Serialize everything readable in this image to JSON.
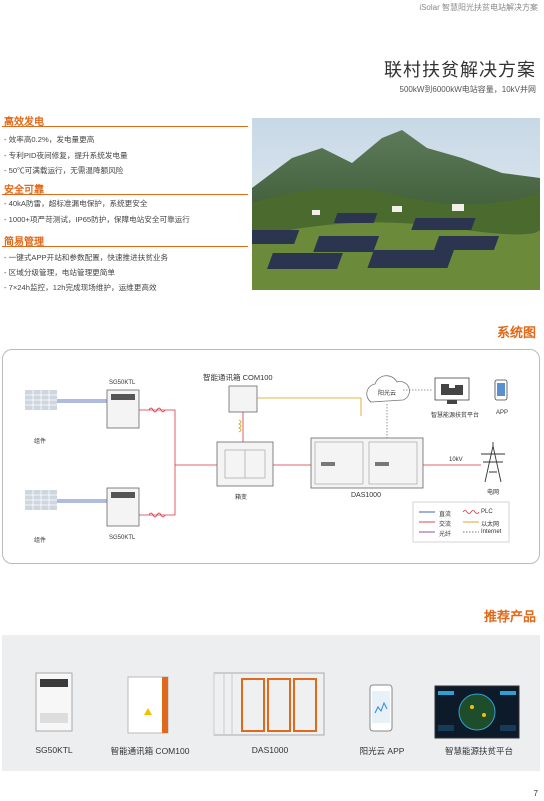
{
  "header": {
    "text": "iSolar 智慧阳光扶贫电站解决方案"
  },
  "title": "联村扶贫解决方案",
  "subtitle": "500kW到6000kW电站容量，10kV并网",
  "sections": [
    {
      "title": "高效发电",
      "bullets": [
        "- 效率高0.2%，发电量更高",
        "- 专利PID夜间修复，提升系统发电量",
        "- 50℃可满载运行，无需温降额风险"
      ]
    },
    {
      "title": "安全可靠",
      "bullets": [
        "- 40kA防雷，超标准漏电保护，系统更安全",
        "- 1000+项严苛测试，IP65防护，保障电站安全可靠运行"
      ]
    },
    {
      "title": "简易管理",
      "bullets": [
        "- 一键式APP开站和参数配置，快速推进扶贫业务",
        "- 区域分级管理，电站管理更简单",
        "- 7×24h监控，12h完成现场维护，运维更高效"
      ]
    }
  ],
  "system": {
    "title": "系统图",
    "labels": {
      "module_top": "组件",
      "module_bottom": "组件",
      "inverter_top": "SG50KTL",
      "inverter_bottom": "SG50KTL",
      "com_box": "智能通讯箱 COM100",
      "transformer": "箱变",
      "das": "DAS1000",
      "cloud": "阳光云",
      "platform": "智慧能源扶贫平台",
      "app": "APP",
      "voltage": "10kV",
      "grid": "电网"
    },
    "legend": [
      {
        "label": "直流",
        "color": "#2d4fa3",
        "style": "solid"
      },
      {
        "label": "PLC",
        "color": "#d9333f",
        "style": "wave"
      },
      {
        "label": "交流",
        "color": "#d9333f",
        "style": "solid"
      },
      {
        "label": "以太网",
        "color": "#d4a017",
        "style": "solid"
      },
      {
        "label": "光纤",
        "color": "#8a3fa0",
        "style": "solid"
      },
      {
        "label": "Internet",
        "color": "#777777",
        "style": "dotted"
      }
    ]
  },
  "products": {
    "title": "推荐产品",
    "items": [
      "SG50KTL",
      "智能通讯箱 COM100",
      "DAS1000",
      "阳光云 APP",
      "智慧能源扶贫平台"
    ]
  },
  "page_number": "7",
  "colors": {
    "accent": "#e06a1b"
  }
}
